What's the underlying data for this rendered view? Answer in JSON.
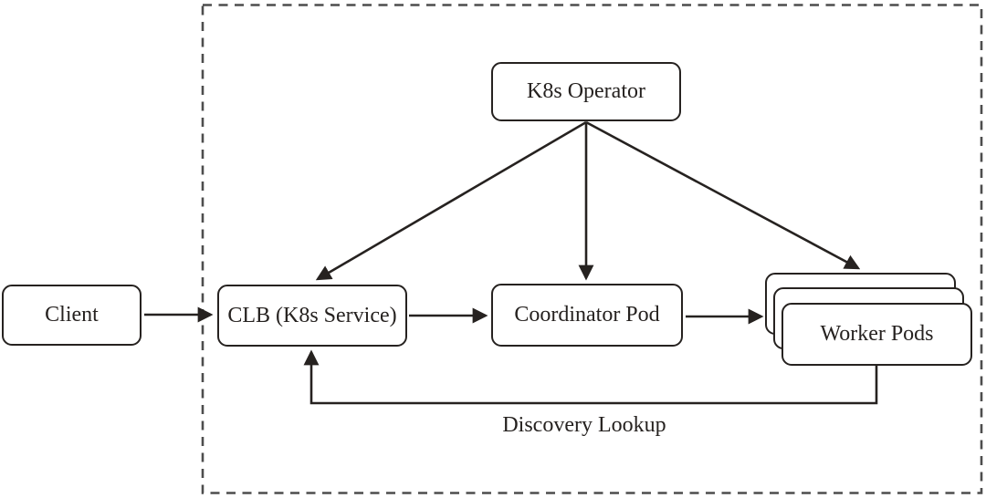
{
  "diagram": {
    "nodes": {
      "client": {
        "label": "Client"
      },
      "k8s_operator": {
        "label": "K8s Operator"
      },
      "clb": {
        "label": "CLB (K8s Service)"
      },
      "coordinator_pod": {
        "label": "Coordinator Pod"
      },
      "worker_pods": {
        "label": "Worker Pods",
        "stack_count": 3
      }
    },
    "edges": [
      {
        "from": "Client",
        "to": "CLB (K8s Service)",
        "label": ""
      },
      {
        "from": "K8s Operator",
        "to": "CLB (K8s Service)",
        "label": ""
      },
      {
        "from": "K8s Operator",
        "to": "Coordinator Pod",
        "label": ""
      },
      {
        "from": "K8s Operator",
        "to": "Worker Pods",
        "label": ""
      },
      {
        "from": "CLB (K8s Service)",
        "to": "Coordinator Pod",
        "label": ""
      },
      {
        "from": "Coordinator Pod",
        "to": "Worker Pods",
        "label": ""
      },
      {
        "from": "Worker Pods",
        "to": "CLB (K8s Service)",
        "label": "Discovery Lookup"
      }
    ],
    "colors": {
      "line": "#262220",
      "text": "#262220",
      "boundary": "#4d4d4d",
      "node_fill": "#ffffff",
      "background": "#ffffff"
    }
  }
}
